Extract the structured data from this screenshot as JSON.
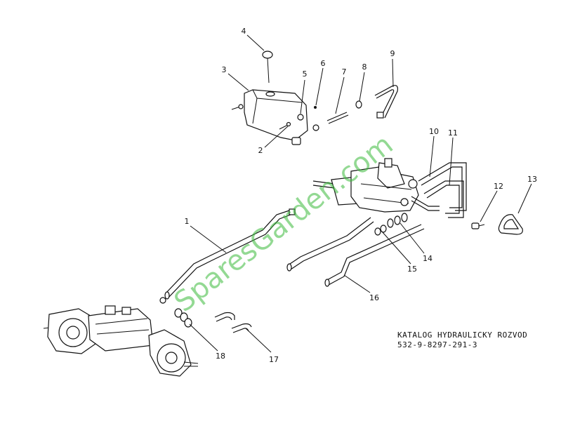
{
  "callouts": [
    {
      "n": "1"
    },
    {
      "n": "2"
    },
    {
      "n": "3"
    },
    {
      "n": "4"
    },
    {
      "n": "5"
    },
    {
      "n": "6"
    },
    {
      "n": "7"
    },
    {
      "n": "8"
    },
    {
      "n": "9"
    },
    {
      "n": "10"
    },
    {
      "n": "11"
    },
    {
      "n": "12"
    },
    {
      "n": "13"
    },
    {
      "n": "14"
    },
    {
      "n": "15"
    },
    {
      "n": "16"
    },
    {
      "n": "17"
    },
    {
      "n": "18"
    }
  ],
  "caption": {
    "line1": "KATALOG HYDRAULICKY ROZVOD",
    "line2": "532-9-8297-291-3"
  },
  "watermark": "SparesGarden.com",
  "colors": {
    "ink": "#111111",
    "watermark": "#3bbb3b"
  }
}
